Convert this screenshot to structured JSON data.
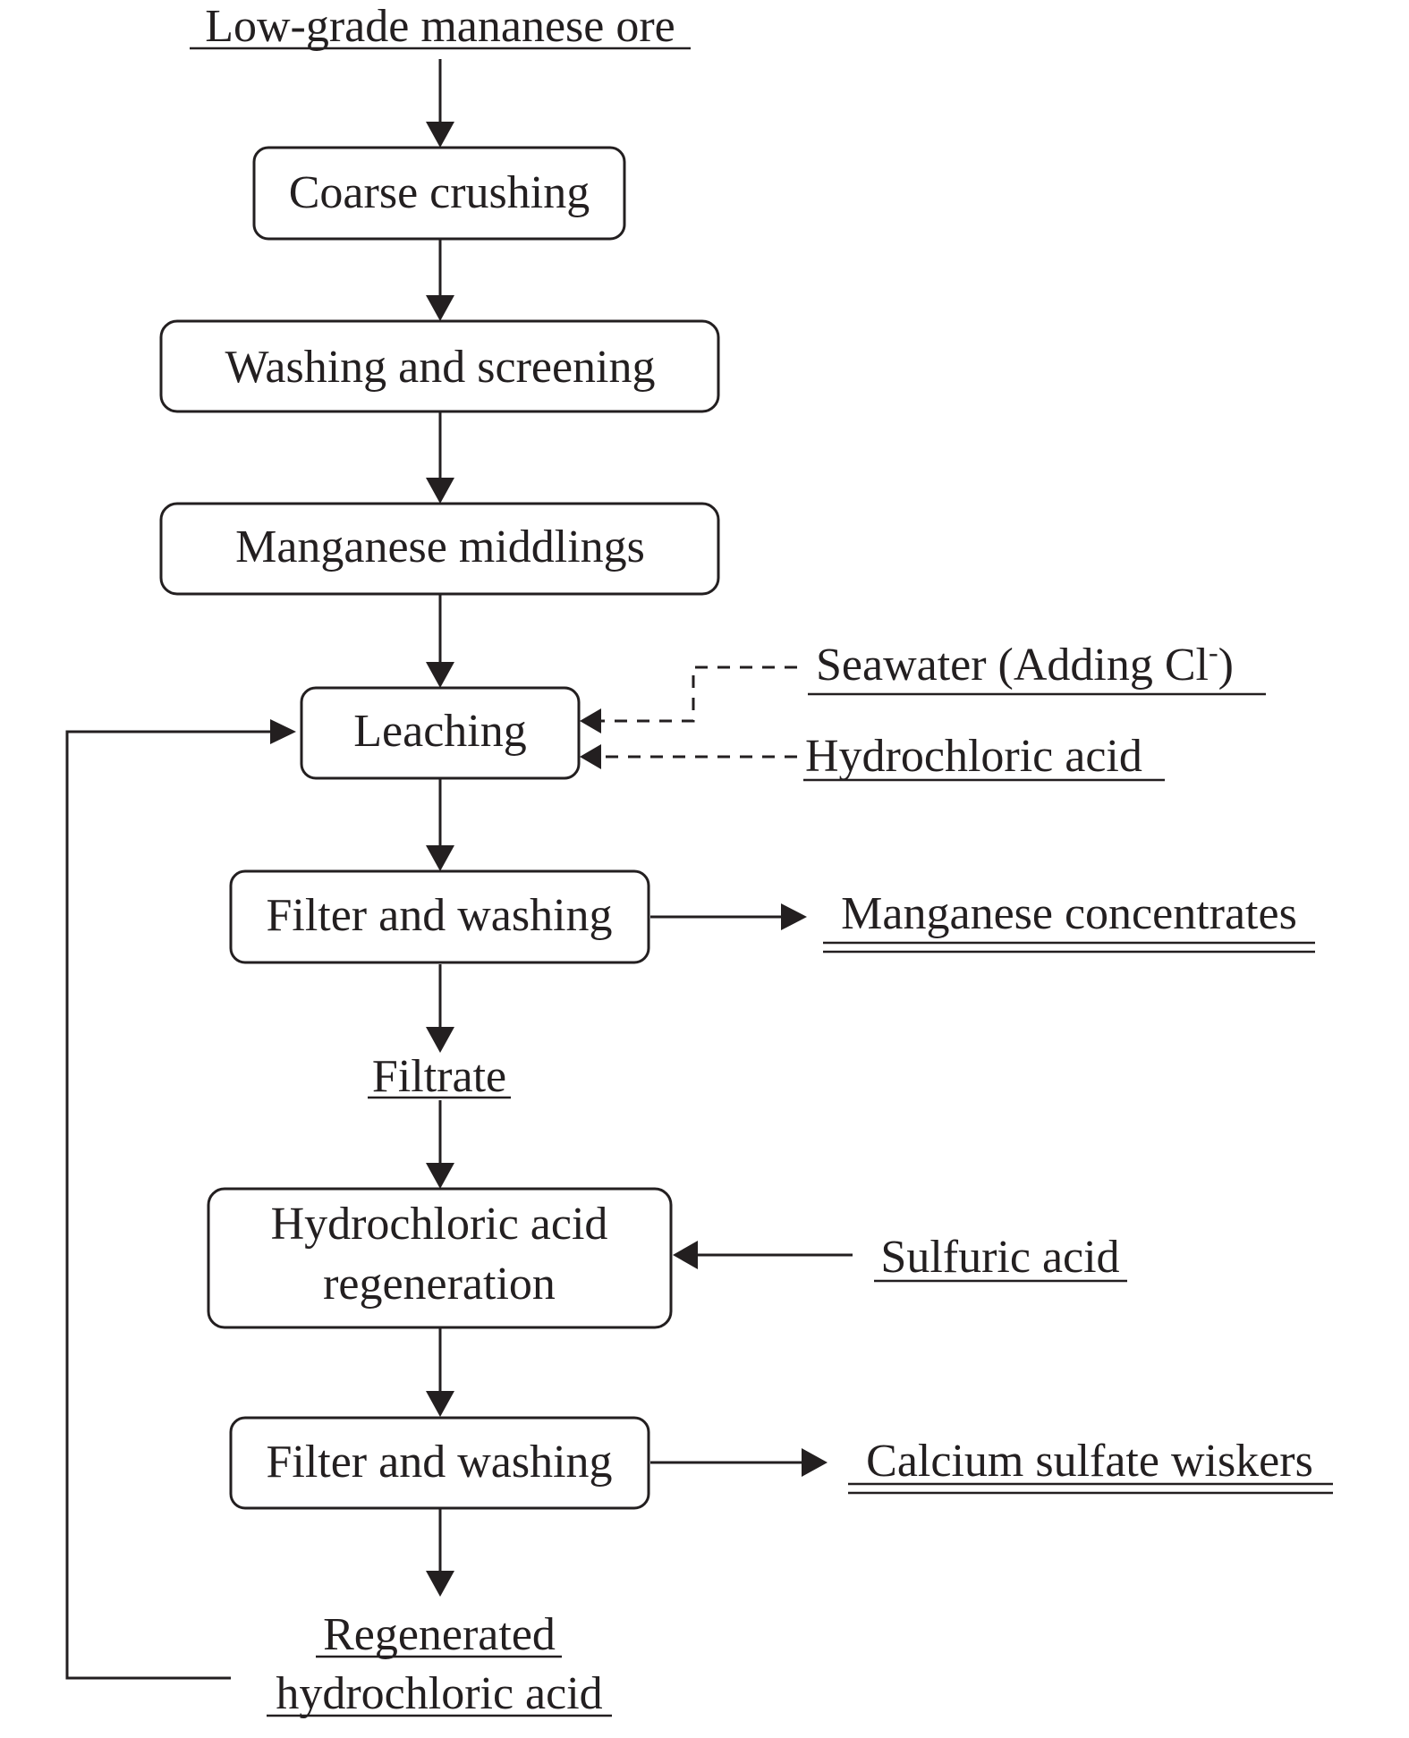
{
  "inputs": {
    "raw_ore": "Low-grade mananese ore",
    "seawater": "Seawater (Adding Cl",
    "seawater_sup": "-",
    "seawater_close": ")",
    "hydrochloric_acid": "Hydrochloric acid",
    "sulfuric_acid": "Sulfuric acid"
  },
  "steps": {
    "coarse_crushing": "Coarse crushing",
    "washing_screening": "Washing and screening",
    "manganese_middlings": "Manganese middlings",
    "leaching": "Leaching",
    "filter_washing_1": "Filter and washing",
    "hcl_regeneration_line1": "Hydrochloric acid",
    "hcl_regeneration_line2": "regeneration",
    "filter_washing_2": "Filter and washing"
  },
  "intermediates": {
    "filtrate": "Filtrate",
    "regenerated_line1": "Regenerated",
    "regenerated_line2": "hydrochloric acid"
  },
  "products": {
    "manganese_concentrates": "Manganese concentrates",
    "calcium_sulfate_whiskers": "Calcium sulfate wiskers"
  }
}
